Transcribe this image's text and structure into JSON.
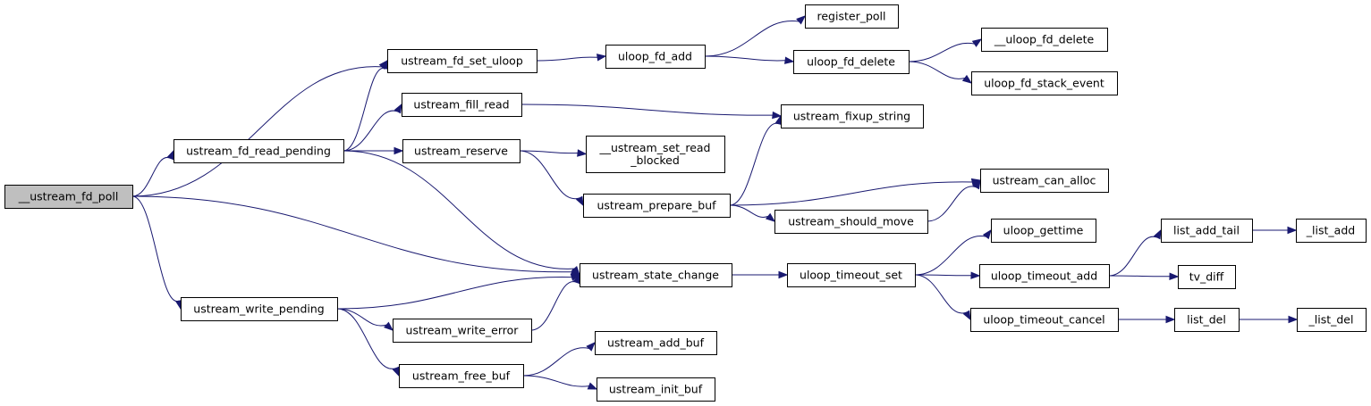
{
  "graph": {
    "type": "call-graph",
    "colors": {
      "edge": "#191970",
      "root_fill": "#bfbfbf",
      "node_fill": "#ffffff",
      "border": "#000000"
    },
    "nodes": [
      {
        "id": "fd_poll",
        "lines": [
          "__ustream_fd_poll"
        ],
        "root": true
      },
      {
        "id": "fd_set_uloop",
        "lines": [
          "ustream_fd_set_uloop"
        ]
      },
      {
        "id": "fd_read_pending",
        "lines": [
          "ustream_fd_read_pending"
        ]
      },
      {
        "id": "state_change",
        "lines": [
          "ustream_state_change"
        ]
      },
      {
        "id": "write_pending",
        "lines": [
          "ustream_write_pending"
        ]
      },
      {
        "id": "uloop_fd_add",
        "lines": [
          "uloop_fd_add"
        ]
      },
      {
        "id": "register_poll",
        "lines": [
          "register_poll"
        ]
      },
      {
        "id": "uloop_fd_delete",
        "lines": [
          "uloop_fd_delete"
        ]
      },
      {
        "id": "__uloop_fd_delete",
        "lines": [
          "__uloop_fd_delete"
        ]
      },
      {
        "id": "uloop_fd_stack_event",
        "lines": [
          "uloop_fd_stack_event"
        ]
      },
      {
        "id": "fill_read",
        "lines": [
          "ustream_fill_read"
        ]
      },
      {
        "id": "fixup_string",
        "lines": [
          "ustream_fixup_string"
        ]
      },
      {
        "id": "reserve",
        "lines": [
          "ustream_reserve"
        ]
      },
      {
        "id": "set_read_blocked",
        "lines": [
          "__ustream_set_read",
          "_blocked"
        ]
      },
      {
        "id": "prepare_buf",
        "lines": [
          "ustream_prepare_buf"
        ]
      },
      {
        "id": "can_alloc",
        "lines": [
          "ustream_can_alloc"
        ]
      },
      {
        "id": "should_move",
        "lines": [
          "ustream_should_move"
        ]
      },
      {
        "id": "timeout_set",
        "lines": [
          "uloop_timeout_set"
        ]
      },
      {
        "id": "gettime",
        "lines": [
          "uloop_gettime"
        ]
      },
      {
        "id": "timeout_add",
        "lines": [
          "uloop_timeout_add"
        ]
      },
      {
        "id": "timeout_cancel",
        "lines": [
          "uloop_timeout_cancel"
        ]
      },
      {
        "id": "list_add_tail",
        "lines": [
          "list_add_tail"
        ]
      },
      {
        "id": "_list_add",
        "lines": [
          "_list_add"
        ]
      },
      {
        "id": "tv_diff",
        "lines": [
          "tv_diff"
        ]
      },
      {
        "id": "list_del",
        "lines": [
          "list_del"
        ]
      },
      {
        "id": "_list_del",
        "lines": [
          "_list_del"
        ]
      },
      {
        "id": "write_error",
        "lines": [
          "ustream_write_error"
        ]
      },
      {
        "id": "free_buf",
        "lines": [
          "ustream_free_buf"
        ]
      },
      {
        "id": "add_buf",
        "lines": [
          "ustream_add_buf"
        ]
      },
      {
        "id": "init_buf",
        "lines": [
          "ustream_init_buf"
        ]
      }
    ],
    "edges": [
      [
        "fd_poll",
        "fd_set_uloop"
      ],
      [
        "fd_poll",
        "fd_read_pending"
      ],
      [
        "fd_poll",
        "state_change"
      ],
      [
        "fd_poll",
        "write_pending"
      ],
      [
        "fd_set_uloop",
        "uloop_fd_add"
      ],
      [
        "uloop_fd_add",
        "register_poll"
      ],
      [
        "uloop_fd_add",
        "uloop_fd_delete"
      ],
      [
        "uloop_fd_delete",
        "__uloop_fd_delete"
      ],
      [
        "uloop_fd_delete",
        "uloop_fd_stack_event"
      ],
      [
        "fd_read_pending",
        "fd_set_uloop"
      ],
      [
        "fd_read_pending",
        "fill_read"
      ],
      [
        "fd_read_pending",
        "reserve"
      ],
      [
        "fd_read_pending",
        "state_change"
      ],
      [
        "fill_read",
        "fixup_string"
      ],
      [
        "reserve",
        "set_read_blocked"
      ],
      [
        "reserve",
        "prepare_buf"
      ],
      [
        "prepare_buf",
        "fixup_string"
      ],
      [
        "prepare_buf",
        "can_alloc"
      ],
      [
        "prepare_buf",
        "should_move"
      ],
      [
        "should_move",
        "can_alloc"
      ],
      [
        "state_change",
        "timeout_set"
      ],
      [
        "timeout_set",
        "gettime"
      ],
      [
        "timeout_set",
        "timeout_add"
      ],
      [
        "timeout_set",
        "timeout_cancel"
      ],
      [
        "timeout_add",
        "list_add_tail"
      ],
      [
        "timeout_add",
        "tv_diff"
      ],
      [
        "list_add_tail",
        "_list_add"
      ],
      [
        "timeout_cancel",
        "list_del"
      ],
      [
        "list_del",
        "_list_del"
      ],
      [
        "write_pending",
        "state_change"
      ],
      [
        "write_pending",
        "write_error"
      ],
      [
        "write_pending",
        "free_buf"
      ],
      [
        "write_error",
        "state_change"
      ],
      [
        "free_buf",
        "add_buf"
      ],
      [
        "free_buf",
        "init_buf"
      ]
    ]
  }
}
